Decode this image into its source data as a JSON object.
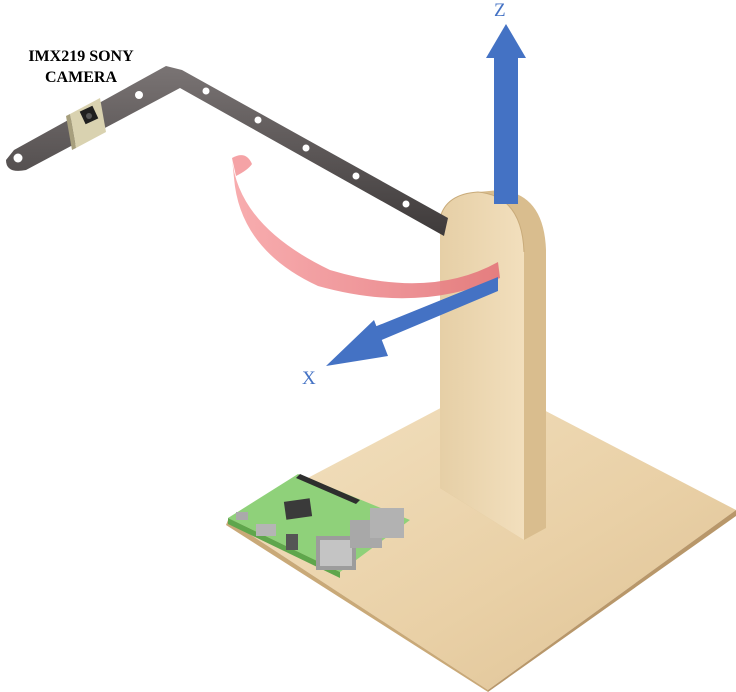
{
  "camera_label": {
    "line1": "IMX219 SONY",
    "line2": "CAMERA"
  },
  "axes": {
    "z_label": "Z",
    "x_label": "X",
    "color": "#4472c4"
  },
  "colors": {
    "wood": "#e8cfa4",
    "board": "#8fd17a",
    "arm": "#5a5555",
    "arc": "#f08a8e"
  }
}
